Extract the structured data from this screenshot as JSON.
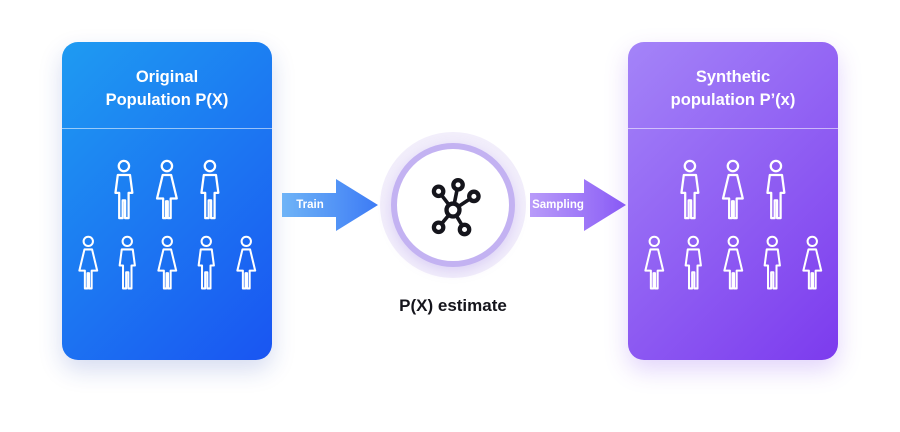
{
  "left_card": {
    "title_line1": "Original",
    "title_line2": "Population P(X)",
    "people_row1": [
      "man",
      "woman",
      "man"
    ],
    "people_row2": [
      "woman",
      "man",
      "woman",
      "man",
      "woman"
    ]
  },
  "center": {
    "train_label": "Train",
    "estimate_label": "P(X) estimate",
    "sampling_label": "Sampling"
  },
  "right_card": {
    "title_line1": "Synthetic",
    "title_line2": "population P’(x)",
    "people_row1": [
      "man",
      "woman",
      "man"
    ],
    "people_row2": [
      "woman",
      "man",
      "woman",
      "man",
      "woman"
    ]
  },
  "colors": {
    "left_card_gradient": [
      "#1E9BF2",
      "#1A55F2"
    ],
    "right_card_gradient": [
      "#A484F8",
      "#7C3BEE"
    ],
    "train_arrow_gradient": [
      "#6FB4F7",
      "#3D7BF5"
    ],
    "sampling_arrow_gradient": [
      "#B89BF9",
      "#8A5CF6"
    ],
    "circle_ring": "#C3B2F2",
    "circle_halo": "#F2EEFB",
    "graph_icon": "#15151c"
  }
}
